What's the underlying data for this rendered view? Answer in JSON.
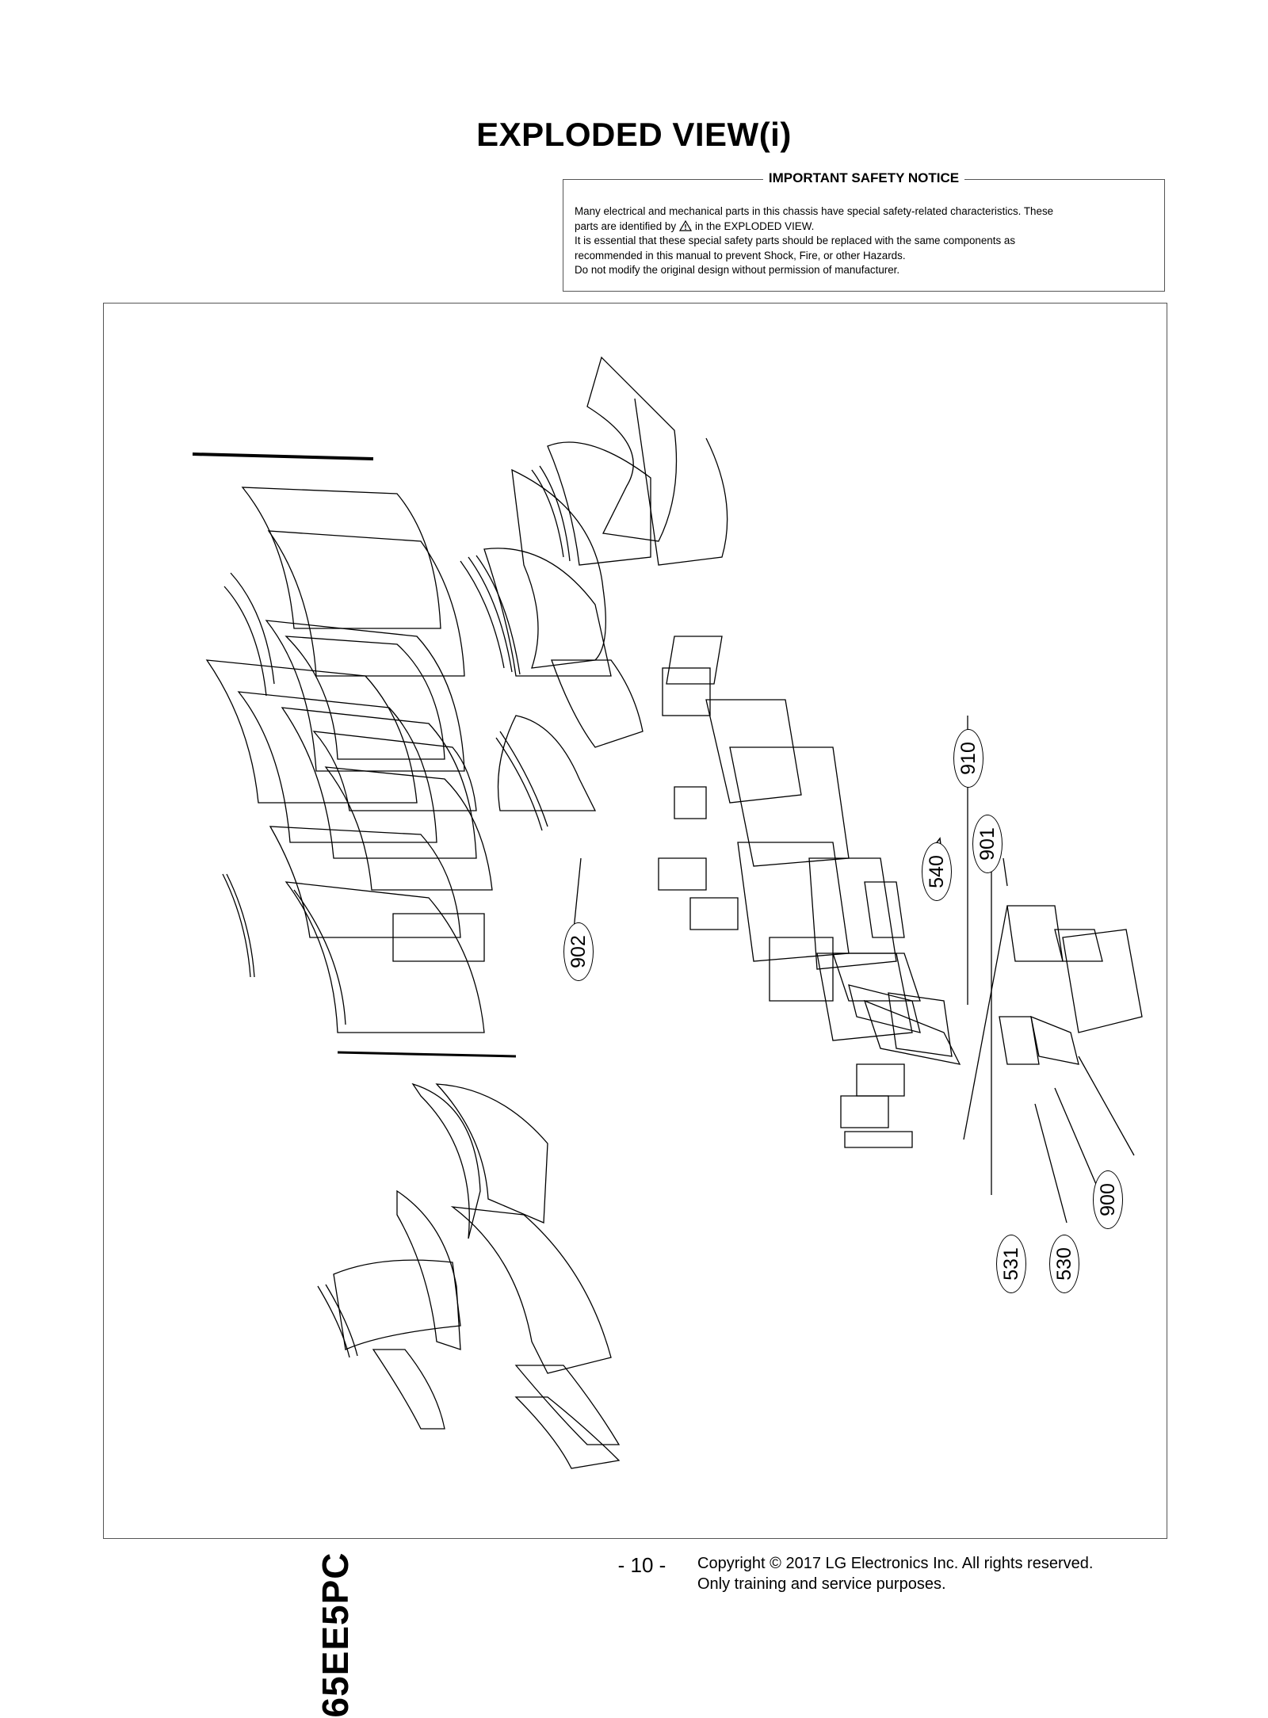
{
  "header": {
    "title": "EXPLODED VIEW(i)"
  },
  "safety_notice": {
    "heading": "IMPORTANT SAFETY NOTICE",
    "line1": "Many electrical and mechanical parts in this chassis have special safety-related characteristics. These",
    "line2_before": "parts are identified by",
    "line2_after": "in the EXPLODED VIEW.",
    "line3": "It is essential that these special safety parts should be replaced with the same components as",
    "line4": "recommended in this manual to prevent Shock, Fire, or other Hazards.",
    "line5": "Do not modify the original design without permission of manufacturer.",
    "warning_icon": "warning-triangle-icon"
  },
  "diagram": {
    "model": "65EE5PC",
    "part_labels": {
      "p902": "902",
      "p910": "910",
      "p540": "540",
      "p901": "901",
      "p900": "900",
      "p530": "530",
      "p531": "531"
    },
    "safety_mark": "!"
  },
  "footer": {
    "page_number": "- 10 -",
    "copyright_line1": "Copyright © 2017 LG Electronics Inc. All rights reserved.",
    "copyright_line2": "Only training and service purposes."
  }
}
